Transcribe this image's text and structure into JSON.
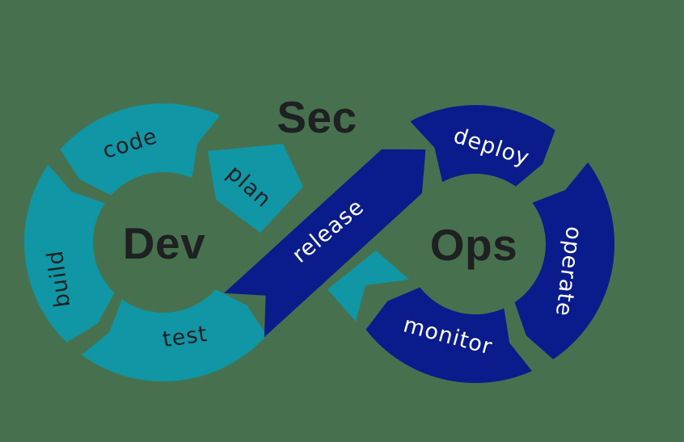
{
  "diagram": {
    "sec_label": "Sec",
    "dev_loop": {
      "center_label": "Dev",
      "segments": [
        {
          "id": "code",
          "label": "code"
        },
        {
          "id": "plan",
          "label": "plan"
        },
        {
          "id": "build",
          "label": "build"
        },
        {
          "id": "test",
          "label": "test"
        }
      ]
    },
    "ops_loop": {
      "center_label": "Ops",
      "segments": [
        {
          "id": "deploy",
          "label": "deploy"
        },
        {
          "id": "operate",
          "label": "operate"
        },
        {
          "id": "monitor",
          "label": "monitor"
        },
        {
          "id": "release",
          "label": "release"
        }
      ]
    }
  },
  "colors": {
    "teal": "#1096A4",
    "navy": "#0A1C8B",
    "background": "#47714E",
    "dark_text": "#1F2022",
    "light_text": "#FFFFFF"
  }
}
